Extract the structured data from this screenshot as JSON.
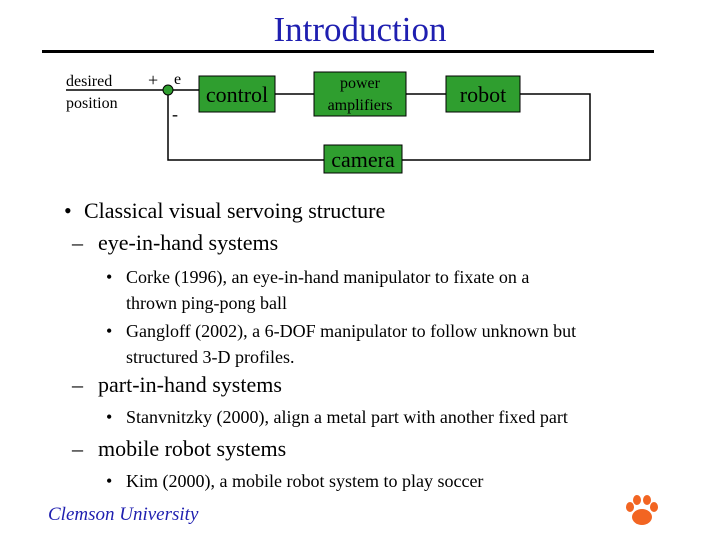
{
  "slide": {
    "title": "Introduction",
    "footer": "Clemson University"
  },
  "diagram": {
    "input_label_line1": "desired",
    "input_label_line2": "position",
    "plus_sign": "+",
    "minus_sign": "-",
    "error_label": "e",
    "boxes": {
      "control": "control",
      "power_line1": "power",
      "power_line2": "amplifiers",
      "robot": "robot",
      "camera": "camera"
    },
    "colors": {
      "box_fill": "#2f9e2f",
      "junction_fill": "#2f9e2f",
      "title": "#1f1fb0"
    }
  },
  "content": {
    "heading": "Classical visual servoing structure",
    "sections": [
      {
        "label": "eye-in-hand systems",
        "items": [
          {
            "line1": "Corke (1996), an eye-in-hand manipulator to fixate on a",
            "line2": "thrown ping-pong ball"
          },
          {
            "line1": "Gangloff (2002), a 6-DOF manipulator to follow unknown but",
            "line2": "structured 3-D profiles."
          }
        ]
      },
      {
        "label": "part-in-hand systems",
        "items": [
          {
            "line1": "Stanvnitzky (2000), align a metal part with another fixed part"
          }
        ]
      },
      {
        "label": "mobile robot systems",
        "items": [
          {
            "line1": "Kim (2000), a mobile robot system to play soccer"
          }
        ]
      }
    ]
  }
}
